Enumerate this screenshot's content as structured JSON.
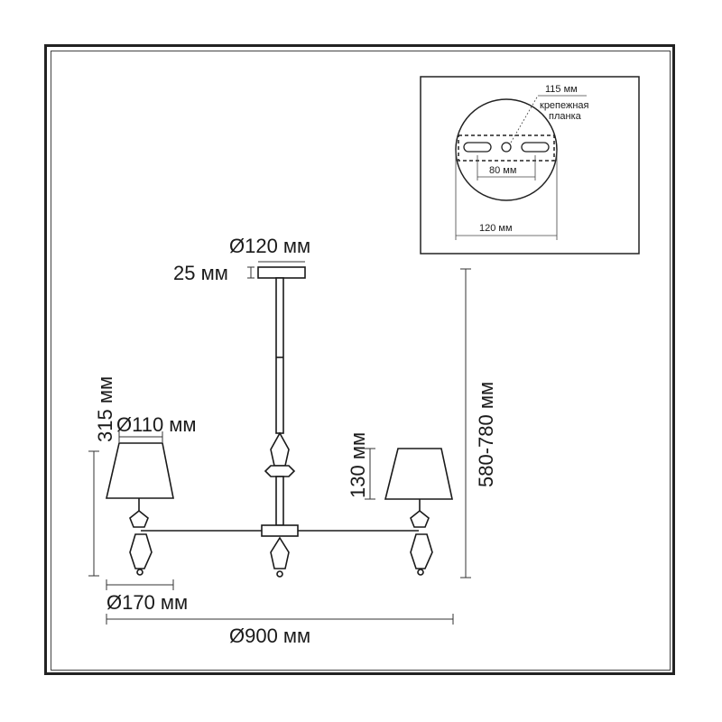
{
  "dimensions": {
    "canopy_diameter": "Ø120 мм",
    "canopy_height": "25 мм",
    "arm_height": "315 мм",
    "shade_diameter": "Ø110 мм",
    "shade_height": "130 мм",
    "overall_height": "580-780 мм",
    "arm_base_diameter": "Ø170 мм",
    "overall_diameter": "Ø900 мм"
  },
  "mount_inset": {
    "plate_length": "115 мм",
    "plate_label_line1": "крепежная",
    "plate_label_line2": "планка",
    "hole_spacing": "80 мм",
    "canopy_diameter": "120 мм"
  },
  "colors": {
    "line": "#1a1a1a",
    "frame": "#222222"
  }
}
